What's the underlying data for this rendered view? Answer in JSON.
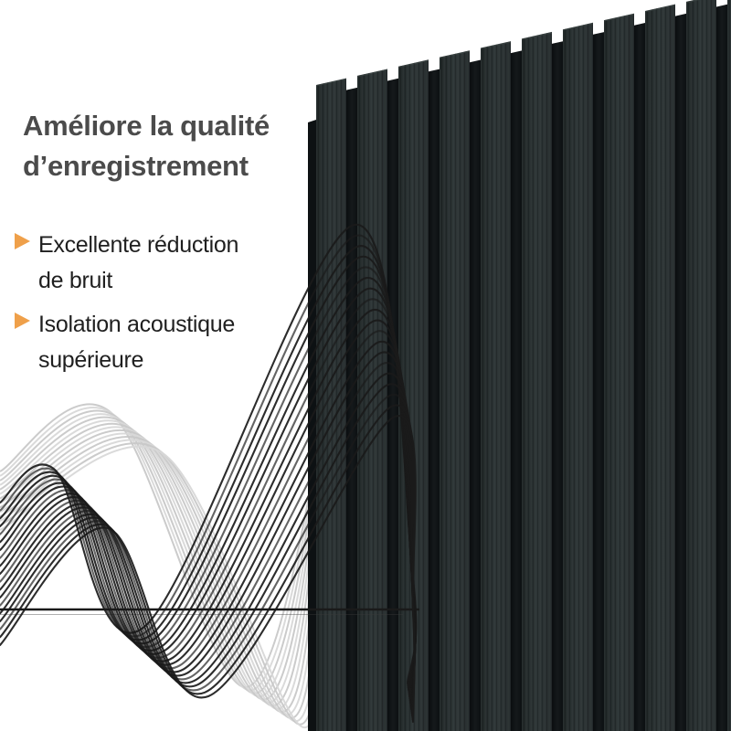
{
  "headline": {
    "line1": "Améliore la qualité",
    "line2": "d’enregistrement"
  },
  "bullets": [
    {
      "line1": "Excellente réduction",
      "line2": "de bruit"
    },
    {
      "line1": "Isolation acoustique",
      "line2": "supérieure"
    }
  ],
  "icons": {
    "bullet_marker": "triangle-right"
  },
  "colors": {
    "background": "#FFFFFF",
    "accent_orange": "#EFA04A",
    "headline_gray": "#4B4B4B",
    "text_dark": "#1F1F1F",
    "panel_slat_face": "#2B3133",
    "panel_slat_gap": "#121517",
    "wave_dark": "#1A1A1A",
    "wave_light": "#C8C8C8",
    "wave_light_alt": "#D8D8D8"
  }
}
